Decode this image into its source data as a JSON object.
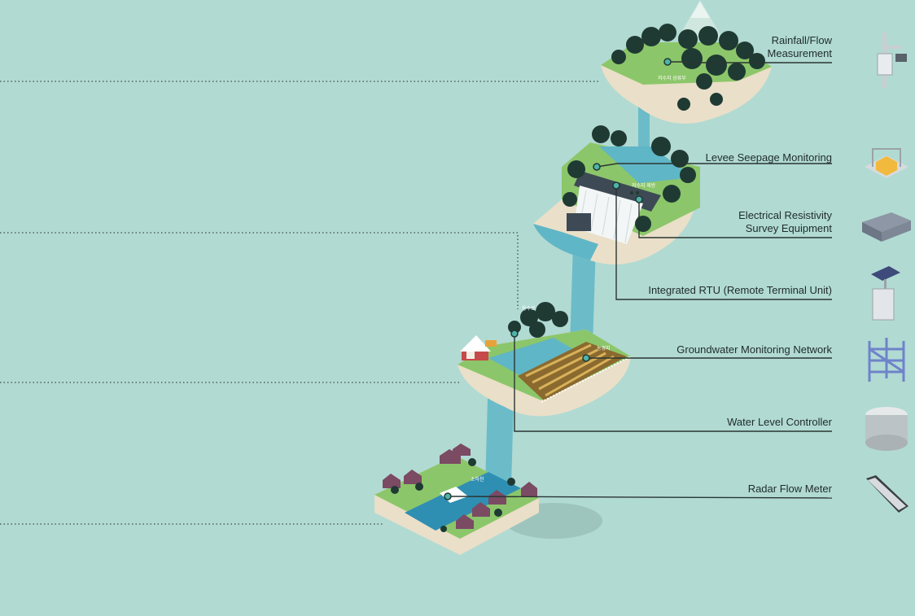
{
  "diagram": {
    "background_color": "#b1dad3",
    "water_color": "#5fb6c6",
    "grass_color": "#8cc66a",
    "tree_color": "#1f3a33",
    "leader_line_color": "#2a3533",
    "labels": {
      "rainfall": {
        "line1": "Rainfall/Flow",
        "line2": "Measurement"
      },
      "levee": "Levee Seepage Monitoring",
      "resistivity": {
        "line1": "Electrical Resistivity",
        "line2": "Survey Equipment"
      },
      "rtu": "Integrated RTU (Remote Terminal Unit)",
      "groundwater": "Groundwater Monitoring Network",
      "water_level": "Water Level Controller",
      "radar": "Radar Flow Meter"
    },
    "map_tags": {
      "reservoir_upstream": "저수지 상류부",
      "reservoir_levee": "저수지 제방",
      "irrigation_canal": "용수로",
      "farmland": "농경지",
      "small_river": "소하천"
    },
    "equipment_icons": [
      "rain-gauge-pole-icon",
      "seepage-sensor-box-icon",
      "resistivity-device-icon",
      "solar-rtu-cabinet-icon",
      "groundwater-well-frame-icon",
      "water-tank-icon",
      "radar-panel-icon"
    ]
  }
}
